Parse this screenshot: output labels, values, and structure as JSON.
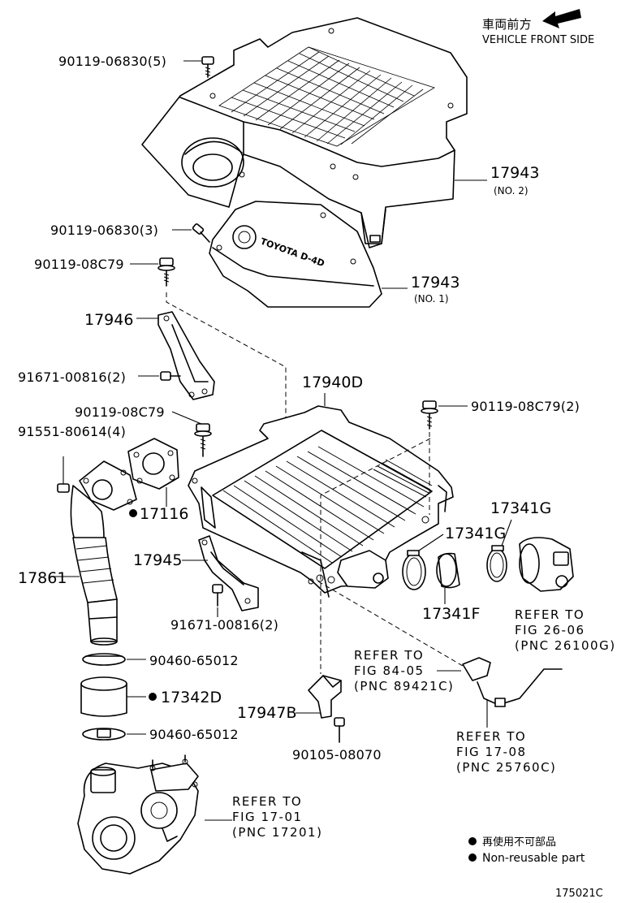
{
  "direction": {
    "label_jp": "車両前方",
    "label_en": "VEHICLE FRONT SIDE"
  },
  "callouts": {
    "bolt_top": "90119-06830(5)",
    "cover_no2_pn": "17943",
    "cover_no2_sub": "(NO. 2)",
    "bolt_mid": "90119-06830(3)",
    "bolt_08c79_left": "90119-08C79",
    "cover_no1_pn": "17943",
    "cover_no1_sub": "(NO. 1)",
    "bracket_17946": "17946",
    "bolt_91671_upper": "91671-00816(2)",
    "intercooler": "17940D",
    "bolt_08c79_mid": "90119-08C79",
    "bolt_08c79_right": "90119-08C79(2)",
    "bolt_91551": "91551-80614(4)",
    "gasket_17116": "17116",
    "clamp_17341g_a": "17341G",
    "clamp_17341g_b": "17341G",
    "bracket_17945": "17945",
    "pipe_17861": "17861",
    "hose_17341f": "17341F",
    "bolt_91671_lower": "91671-00816(2)",
    "clamp_90460_upper": "90460-65012",
    "hose_17342d": "17342D",
    "sensor_17947b": "17947B",
    "clamp_90460_lower": "90460-65012",
    "bolt_90105": "90105-08070"
  },
  "references": {
    "ref_2606": [
      "REFER TO",
      "FIG 26-06",
      "(PNC 26100G)"
    ],
    "ref_8405": [
      "REFER TO",
      "FIG 84-05",
      "(PNC 89421C)"
    ],
    "ref_1708": [
      "REFER TO",
      "FIG 17-08",
      "(PNC 25760C)"
    ],
    "ref_1701": [
      "REFER TO",
      "FIG 17-01",
      "(PNC 17201)"
    ]
  },
  "engine_logo_text": "TOYOTA D-4D",
  "legend": {
    "jp": "再使用不可部品",
    "en": "Non-reusable part"
  },
  "figure_id": "175021C"
}
